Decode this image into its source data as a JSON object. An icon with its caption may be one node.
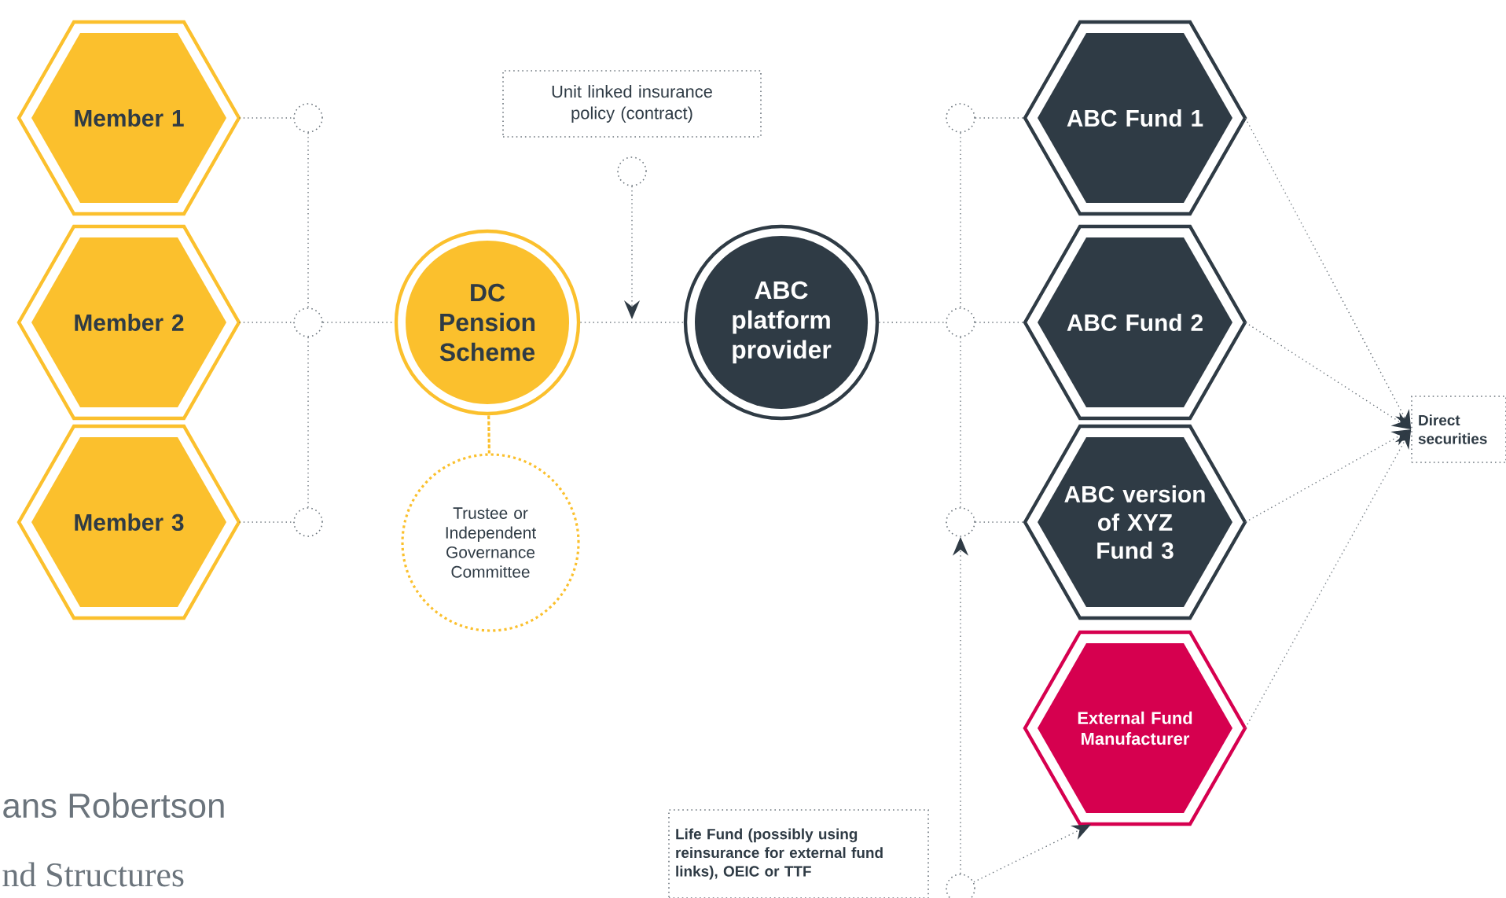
{
  "diagram": {
    "nodes": [
      {
        "text": [
          "Member 1"
        ]
      },
      {
        "text": [
          "Member 2"
        ]
      },
      {
        "text": [
          "Member 3"
        ]
      },
      {
        "text": [],
        "shape": "circle"
      },
      {
        "text": [],
        "shape": "circle"
      },
      {
        "text": [],
        "shape": "circle"
      },
      {
        "text": [
          "DC Pension Scheme"
        ]
      },
      {
        "text": [
          "Trustee or Independent Governance Committee"
        ]
      },
      {
        "text": [
          "Unit linked insurance policy (contract)"
        ]
      },
      {
        "text": [],
        "shape": "circle"
      },
      {
        "text": [
          "ABC platform provider"
        ]
      },
      {
        "text": [],
        "shape": "circle"
      },
      {
        "text": [],
        "shape": "circle"
      },
      {
        "text": [],
        "shape": "circle"
      },
      {
        "text": [
          "ABC Fund 1"
        ]
      },
      {
        "text": [
          "ABC Fund 2"
        ]
      },
      {
        "text": [
          "ABC version of XYZ Fund 3"
        ]
      },
      {
        "text": [
          "External Fund Manufacturer"
        ]
      },
      {
        "text": [
          "Direct securities"
        ]
      },
      {
        "text": [
          "Life Fund (possibly using reinsurance for external fund links), OEIC or TTF"
        ]
      },
      {
        "text": [],
        "shape": "circle"
      }
    ],
    "edges": [
      {
        "from": 0,
        "to": 3,
        "arrow": "none"
      },
      {
        "from": 1,
        "to": 4,
        "arrow": "none"
      },
      {
        "from": 2,
        "to": 5,
        "arrow": "none"
      },
      {
        "from": 3,
        "to": 4,
        "arrow": "none"
      },
      {
        "from": 4,
        "to": 5,
        "arrow": "none"
      },
      {
        "from": 4,
        "to": 6,
        "arrow": "none"
      },
      {
        "from": 6,
        "to": 7,
        "arrow": "none",
        "color": "#fbc02d"
      },
      {
        "from": 6,
        "to": 10,
        "arrow": "none"
      },
      {
        "from": 9,
        "to": null,
        "arrow": "to"
      },
      {
        "from": 10,
        "to": 12,
        "arrow": "none"
      },
      {
        "from": 11,
        "to": 12,
        "arrow": "none"
      },
      {
        "from": 12,
        "to": 13,
        "arrow": "none"
      },
      {
        "from": 20,
        "to": 13,
        "arrow": "to"
      },
      {
        "from": 11,
        "to": 14,
        "arrow": "none"
      },
      {
        "from": 12,
        "to": 15,
        "arrow": "none"
      },
      {
        "from": 13,
        "to": 16,
        "arrow": "none"
      },
      {
        "from": 20,
        "to": 17,
        "arrow": "to"
      },
      {
        "from": 14,
        "to": 18,
        "arrow": "to"
      },
      {
        "from": 15,
        "to": 18,
        "arrow": "to"
      },
      {
        "from": 16,
        "to": 18,
        "arrow": "to"
      },
      {
        "from": 17,
        "to": 18,
        "arrow": "to"
      }
    ],
    "labels": [
      "ans Robertson",
      "nd Structures"
    ]
  }
}
